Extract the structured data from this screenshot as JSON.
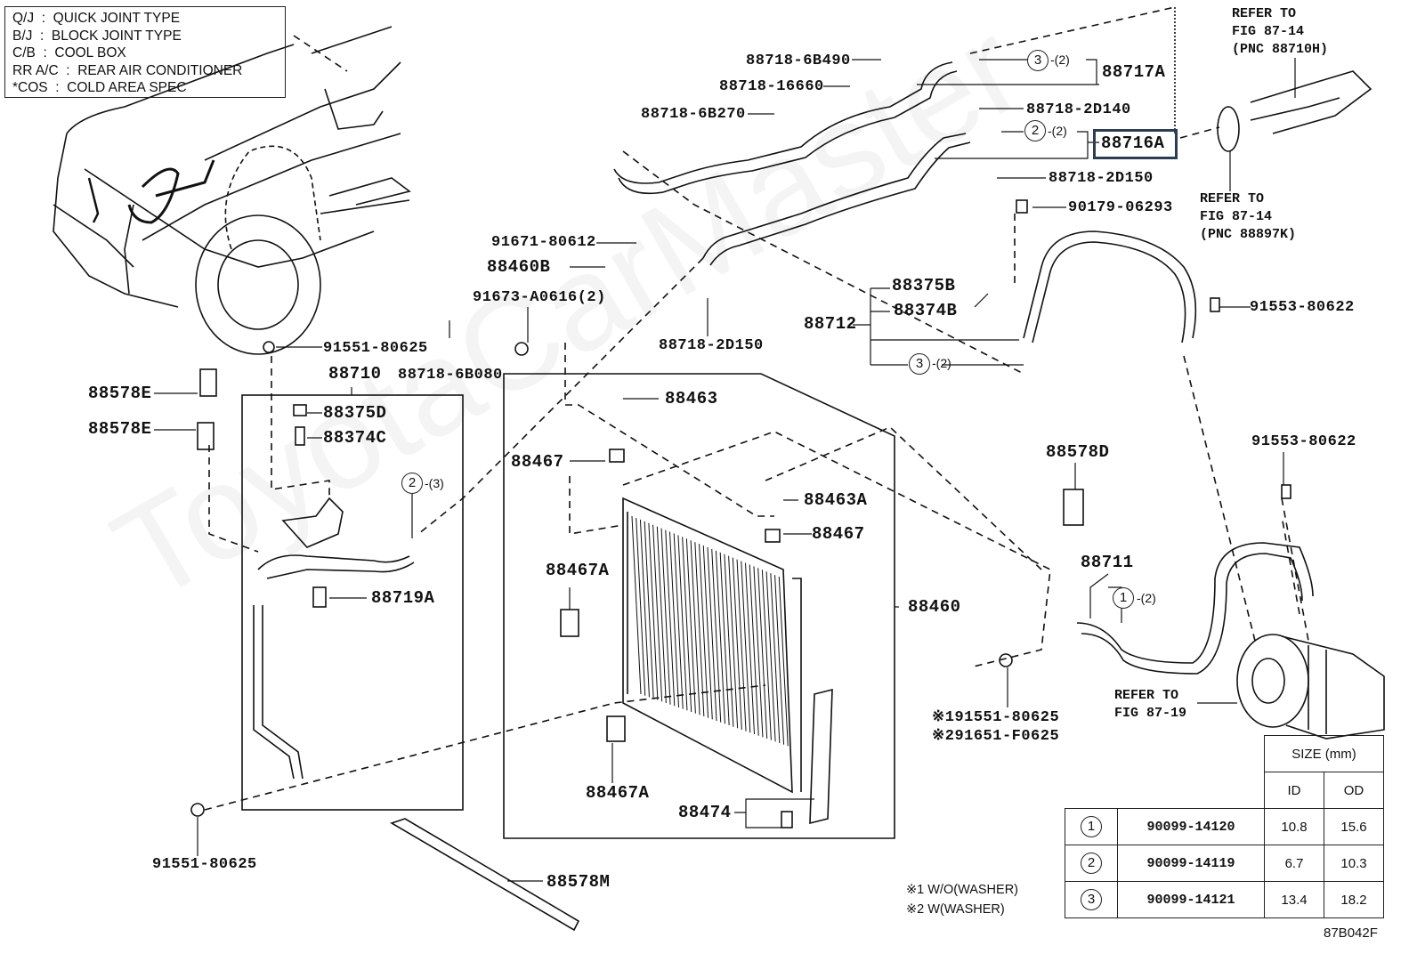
{
  "diagram": {
    "figure_id": "87B042F",
    "watermark": "ToyotaCarMaster",
    "accent_color": "#2c3e50",
    "legend": [
      "Q/J  :  QUICK JOINT TYPE",
      "B/J  :  BLOCK JOINT TYPE",
      "C/B  :  COOL BOX",
      "RR A/C  :  REAR AIR CONDITIONER",
      "*COS  :  COLD AREA SPEC"
    ],
    "highlighted_part": "88716A",
    "labels": {
      "p88718_6B490": "88718-6B490",
      "p88718_16660": "88718-16660",
      "p88718_6B270": "88718-6B270",
      "p88717A": "88717A",
      "p88718_2D140": "88718-2D140",
      "p88716A": "88716A",
      "p88718_2D150a": "88718-2D150",
      "p90179_06293": "90179-06293",
      "p91671_80612": "91671-80612",
      "p88460B": "88460B",
      "p91673_A0616": "91673-A0616(2)",
      "p88718_2D150b": "88718-2D150",
      "p88375B": "88375B",
      "p88374B": "88374B",
      "p88712": "88712",
      "p91553_80622a": "91553-80622",
      "p91551_80625a": "91551-80625",
      "p88710": "88710",
      "p88718_6B080": "88718-6B080",
      "p88578E_1": "88578E",
      "p88578E_2": "88578E",
      "p88375D": "88375D",
      "p88374C": "88374C",
      "p88463": "88463",
      "p88467_1": "88467",
      "p88463A": "88463A",
      "p88467_2": "88467",
      "p88467A_1": "88467A",
      "p88460": "88460",
      "p88719A": "88719A",
      "p88578D": "88578D",
      "p91553_80622b": "91553-80622",
      "p88711": "88711",
      "p88467A_2": "88467A",
      "p88474": "88474",
      "p91551_80625b": "91551-80625",
      "p88578M": "88578M",
      "p191551": "※191551-80625",
      "p291651": "※291651-F0625"
    },
    "oring_callouts": {
      "c3_top": {
        "num": "3",
        "qty": "-(2)"
      },
      "c2_top": {
        "num": "2",
        "qty": "-(2)"
      },
      "c3_mid": {
        "num": "3",
        "qty": "-(2)"
      },
      "c2_left": {
        "num": "2",
        "qty": "-(3)"
      },
      "c1_right": {
        "num": "1",
        "qty": "-(2)"
      }
    },
    "references": {
      "ref_88710H": "REFER TO\nFIG 87-14\n(PNC 88710H)",
      "ref_88897K": "REFER TO\nFIG 87-14\n(PNC 88897K)",
      "ref_87_19": "REFER TO\nFIG 87-19"
    },
    "notes": [
      "※1 W/O(WASHER)",
      "※2 W(WASHER)"
    ],
    "size_table": {
      "header": "SIZE (mm)",
      "columns": [
        "ID",
        "OD"
      ],
      "rows": [
        {
          "num": "1",
          "part": "90099-14120",
          "id": "10.8",
          "od": "15.6"
        },
        {
          "num": "2",
          "part": "90099-14119",
          "id": "6.7",
          "od": "10.3"
        },
        {
          "num": "3",
          "part": "90099-14121",
          "id": "13.4",
          "od": "18.2"
        }
      ]
    }
  }
}
